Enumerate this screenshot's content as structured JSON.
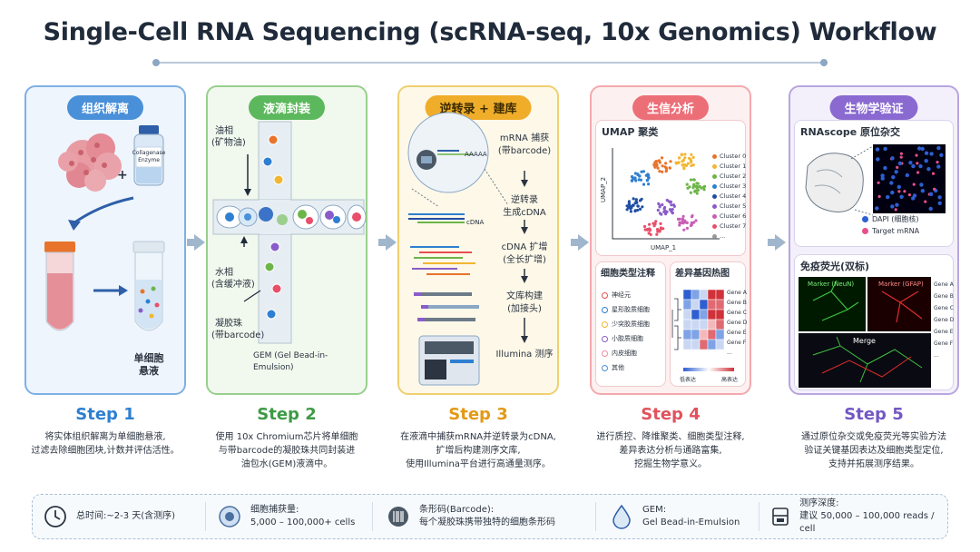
{
  "title": "Single-Cell RNA Sequencing (scRNA-seq, 10x Genomics) Workflow",
  "panels": [
    {
      "pill": "组织解离",
      "reagent_line1": "Collagenase",
      "reagent_line2": "Enzyme",
      "plus": "+",
      "result_line1": "单细胞",
      "result_line2": "悬液"
    },
    {
      "pill": "液滴封装",
      "oil_line1": "油相",
      "oil_line2": "(矿物油)",
      "aq_line1": "水相",
      "aq_line2": "(含缓冲液)",
      "bead_line1": "凝胶珠",
      "bead_line2": "(带barcode)",
      "gem": "GEM (Gel Bead-in-Emulsion)"
    },
    {
      "pill": "逆转录 + 建库",
      "polyA": "AAAAA",
      "cdna": "cDNA",
      "steps": [
        {
          "l1": "mRNA 捕获",
          "l2": "(带barcode)"
        },
        {
          "l1": "逆转录",
          "l2": "生成cDNA"
        },
        {
          "l1": "cDNA 扩增",
          "l2": "(全长扩增)"
        },
        {
          "l1": "文库构建",
          "l2": "(加接头)"
        },
        {
          "l1": "Illumina 测序",
          "l2": ""
        }
      ]
    },
    {
      "pill": "生信分析",
      "umap_title": "UMAP 聚类",
      "umap_x": "UMAP_1",
      "umap_y": "UMAP_2",
      "clusters": [
        "Cluster 0",
        "Cluster 1",
        "Cluster 2",
        "Cluster 3",
        "Cluster 4",
        "Cluster 5",
        "Cluster 6",
        "Cluster 7",
        "..."
      ],
      "cluster_colors": [
        "#e8742c",
        "#f2b632",
        "#6cb548",
        "#2e7fd1",
        "#1f4fa3",
        "#8a5cc9",
        "#c95fb5",
        "#e84f6a",
        "#999999"
      ],
      "celltype_title": "细胞类型注释",
      "celltypes": [
        "神经元",
        "星形胶质细胞",
        "少突胶质细胞",
        "小胶质细胞",
        "内皮细胞",
        "其他"
      ],
      "celltype_colors": [
        "#e84f4f",
        "#2e7fd1",
        "#f2b632",
        "#8a5cc9",
        "#f08aa0",
        "#4a90d9"
      ],
      "heatmap_title": "差异基因热图",
      "genes": [
        "Gene A",
        "Gene B",
        "Gene C",
        "Gene D",
        "Gene E",
        "Gene F",
        "..."
      ],
      "heat_low": "低表达",
      "heat_high": "高表达"
    },
    {
      "pill": "生物学验证",
      "rnascope_title": "RNAscope 原位杂交",
      "legend": [
        "DAPI (细胞核)",
        "Target mRNA"
      ],
      "legend_colors": [
        "#2e5fd1",
        "#e84f8a"
      ],
      "if_title": "免疫荧光(双标)",
      "marker1": "Marker (NeuN)",
      "marker2": "Marker (GFAP)",
      "merge": "Merge",
      "genes": [
        "Gene A",
        "Gene B",
        "Gene C",
        "Gene D",
        "Gene E",
        "Gene F",
        "..."
      ]
    }
  ],
  "steps": [
    {
      "label": "Step 1",
      "desc_l1": "将实体组织解离为单细胞悬液,",
      "desc_l2": "过滤去除细胞团块,计数并评估活性。",
      "desc_l3": ""
    },
    {
      "label": "Step 2",
      "desc_l1": "使用 10x Chromium芯片将单细胞",
      "desc_l2": "与带barcode的凝胶珠共同封装进",
      "desc_l3": "油包水(GEM)液滴中。"
    },
    {
      "label": "Step 3",
      "desc_l1": "在液滴中捕获mRNA并逆转录为cDNA,",
      "desc_l2": "扩增后构建测序文库,",
      "desc_l3": "使用Illumina平台进行高通量测序。"
    },
    {
      "label": "Step 4",
      "desc_l1": "进行质控、降维聚类、细胞类型注释,",
      "desc_l2": "差异表达分析与通路富集,",
      "desc_l3": "挖掘生物学意义。"
    },
    {
      "label": "Step 5",
      "desc_l1": "通过原位杂交或免疫荧光等实验方法",
      "desc_l2": "验证关键基因表达及细胞类型定位,",
      "desc_l3": "支持并拓展测序结果。"
    }
  ],
  "footer": [
    {
      "icon": "clock-icon",
      "l1": "总时间:~2-3 天(含测序)",
      "l2": ""
    },
    {
      "icon": "cell-icon",
      "l1": "细胞捕获量:",
      "l2": "5,000 – 100,000+ cells"
    },
    {
      "icon": "barcode-icon",
      "l1": "条形码(Barcode):",
      "l2": "每个凝胶珠携带独特的细胞条形码"
    },
    {
      "icon": "droplet-icon",
      "l1": "GEM:",
      "l2": "Gel Bead-in-Emulsion"
    },
    {
      "icon": "sequencer-icon",
      "l1": "测序深度:",
      "l2": "建议 50,000 – 100,000 reads / cell"
    }
  ]
}
